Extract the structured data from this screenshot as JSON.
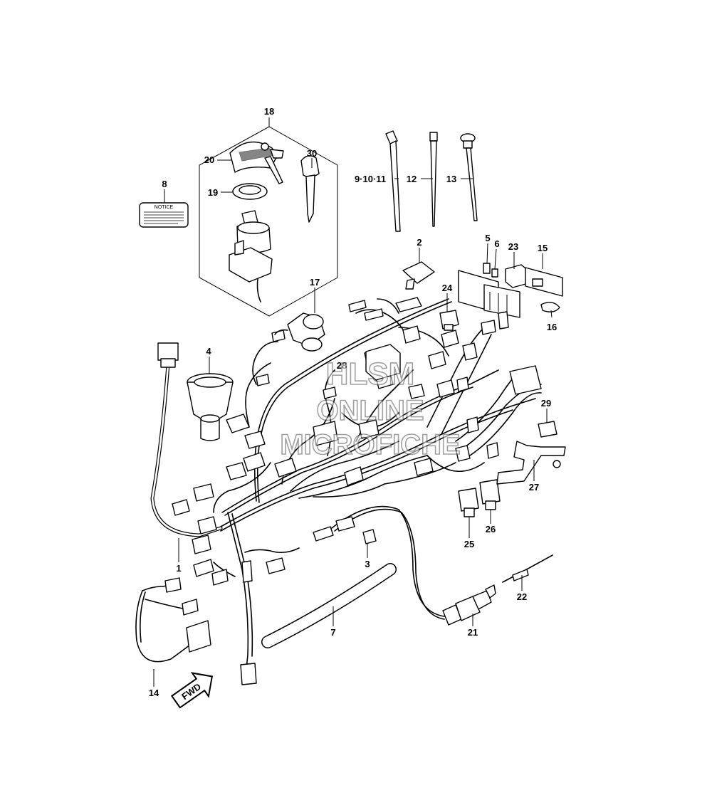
{
  "diagram": {
    "labels": {
      "p1": "1",
      "p2": "2",
      "p3": "3",
      "p4": "4",
      "p5": "5",
      "p6": "6",
      "p7": "7",
      "p8": "8",
      "p9_10_11": "9·10·11",
      "p12": "12",
      "p13": "13",
      "p14": "14",
      "p15": "15",
      "p16": "16",
      "p17": "17",
      "p18": "18",
      "p19": "19",
      "p20": "20",
      "p21": "21",
      "p22": "22",
      "p23": "23",
      "p24": "24",
      "p25": "25",
      "p26": "26",
      "p27": "27",
      "p28": "28",
      "p29": "29",
      "p30": "30"
    },
    "notice_label_text": "NOTICE",
    "fwd_arrow_text": "FWD",
    "watermark": {
      "line1": "HLSM",
      "line2": "ONLINE",
      "line3": "MICROFICHE"
    }
  }
}
